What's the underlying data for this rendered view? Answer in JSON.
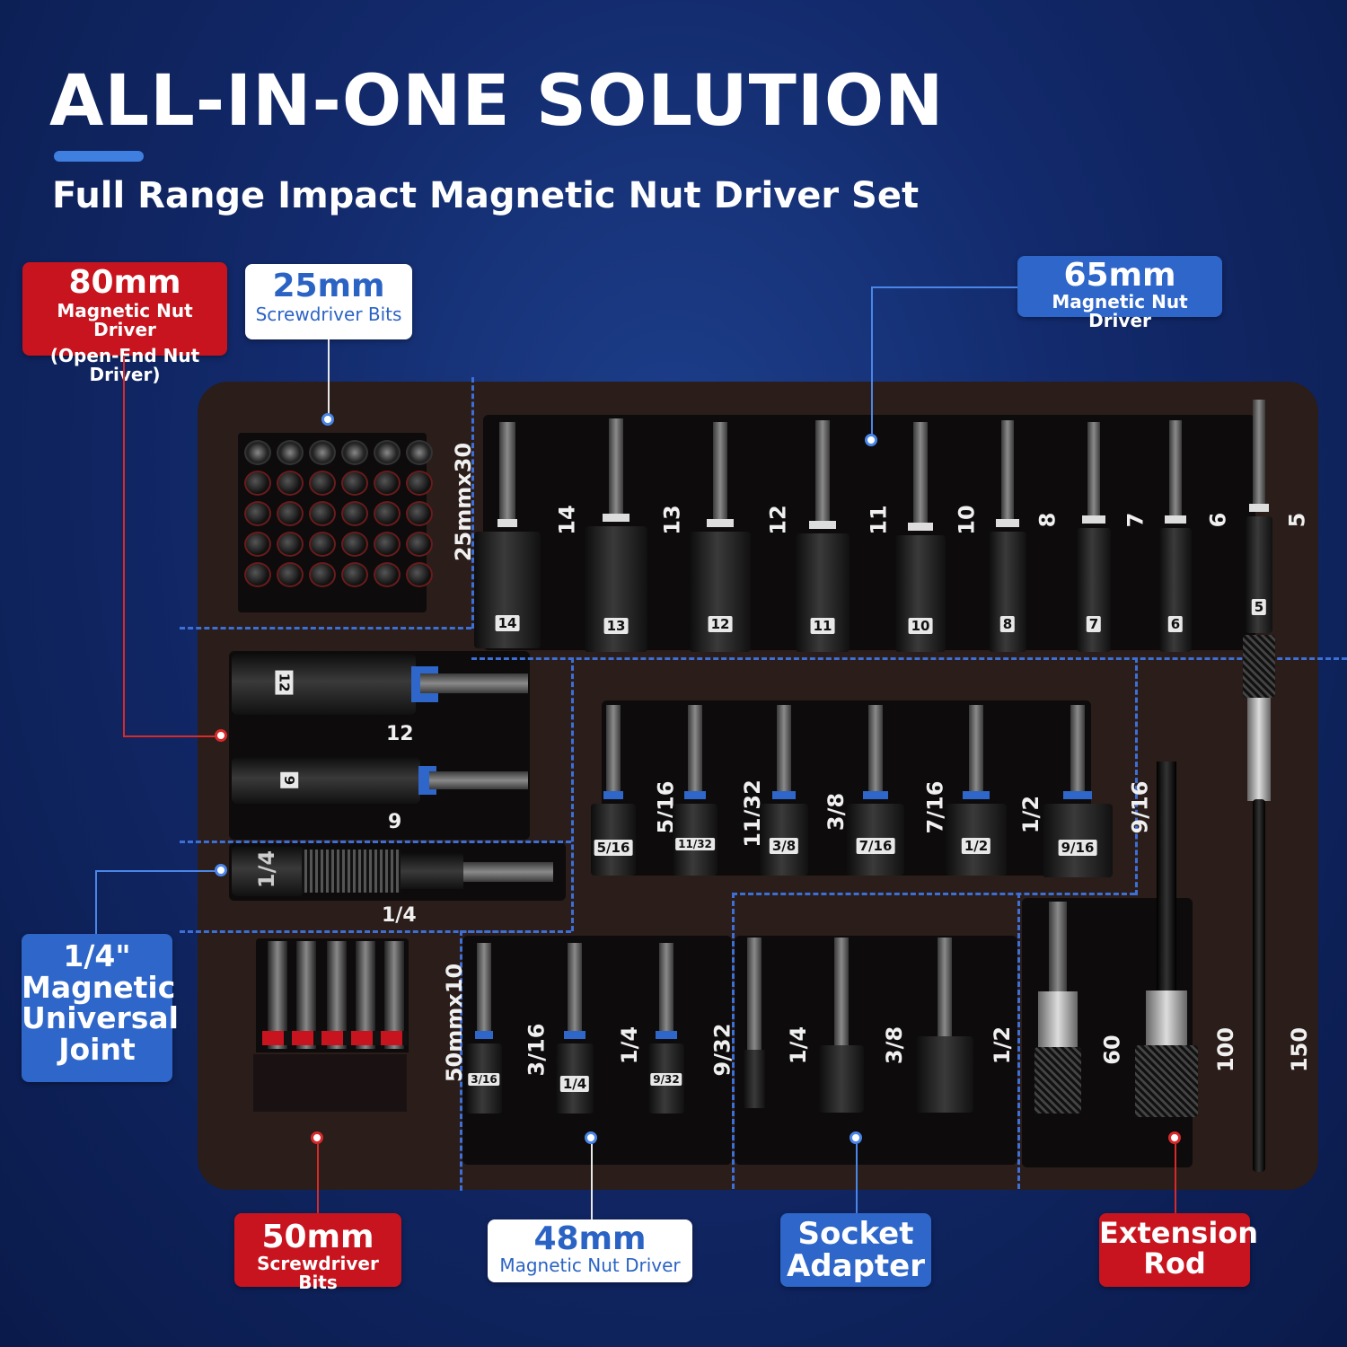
{
  "header": {
    "title": "ALL-IN-ONE SOLUTION",
    "subtitle": "Full Range Impact Magnetic Nut Driver Set"
  },
  "callouts": {
    "nut80": {
      "size": "80mm",
      "line1": "Magnetic Nut Driver",
      "line2": "(Open-End Nut Driver)"
    },
    "bits25": {
      "size": "25mm",
      "line1": "Screwdriver Bits"
    },
    "nut65": {
      "size": "65mm",
      "line1": "Magnetic Nut Driver"
    },
    "joint": {
      "line1": "1/4\"",
      "line2": "Magnetic",
      "line3": "Universal",
      "line4": "Joint"
    },
    "bits50": {
      "size": "50mm",
      "line1": "Screwdriver Bits"
    },
    "nut48": {
      "size": "48mm",
      "line1": "Magnetic Nut Driver"
    },
    "socket": {
      "line1": "Socket",
      "line2": "Adapter"
    },
    "ext": {
      "line1": "Extension",
      "line2": "Rod"
    }
  },
  "tray": {
    "bits25_count": "25mmx30",
    "bits50_count": "50mmx10",
    "metric_sizes": [
      "14",
      "13",
      "12",
      "11",
      "10",
      "8",
      "7",
      "6",
      "5"
    ],
    "metric_tags": [
      "14",
      "13",
      "12",
      "11",
      "10",
      "8",
      "7",
      "6",
      "5"
    ],
    "sae_sizes": [
      "5/16",
      "11/32",
      "3/8",
      "7/16",
      "1/2",
      "9/16"
    ],
    "sae_tags": [
      "5/16",
      "11/32",
      "3/8",
      "7/16",
      "1/2",
      "9/16"
    ],
    "open_end": [
      "12",
      "9"
    ],
    "joint_size": "1/4",
    "small_sizes": [
      "3/16",
      "1/4",
      "9/32"
    ],
    "small_tags": [
      "3/16",
      "1/4",
      "9/32"
    ],
    "adapter_sizes": [
      "1/4",
      "3/8",
      "1/2"
    ],
    "ext_sizes": [
      "60",
      "100",
      "150"
    ]
  },
  "colors": {
    "accent_blue": "#2e66c9",
    "accent_red": "#c8141e",
    "background": "#12296a"
  }
}
